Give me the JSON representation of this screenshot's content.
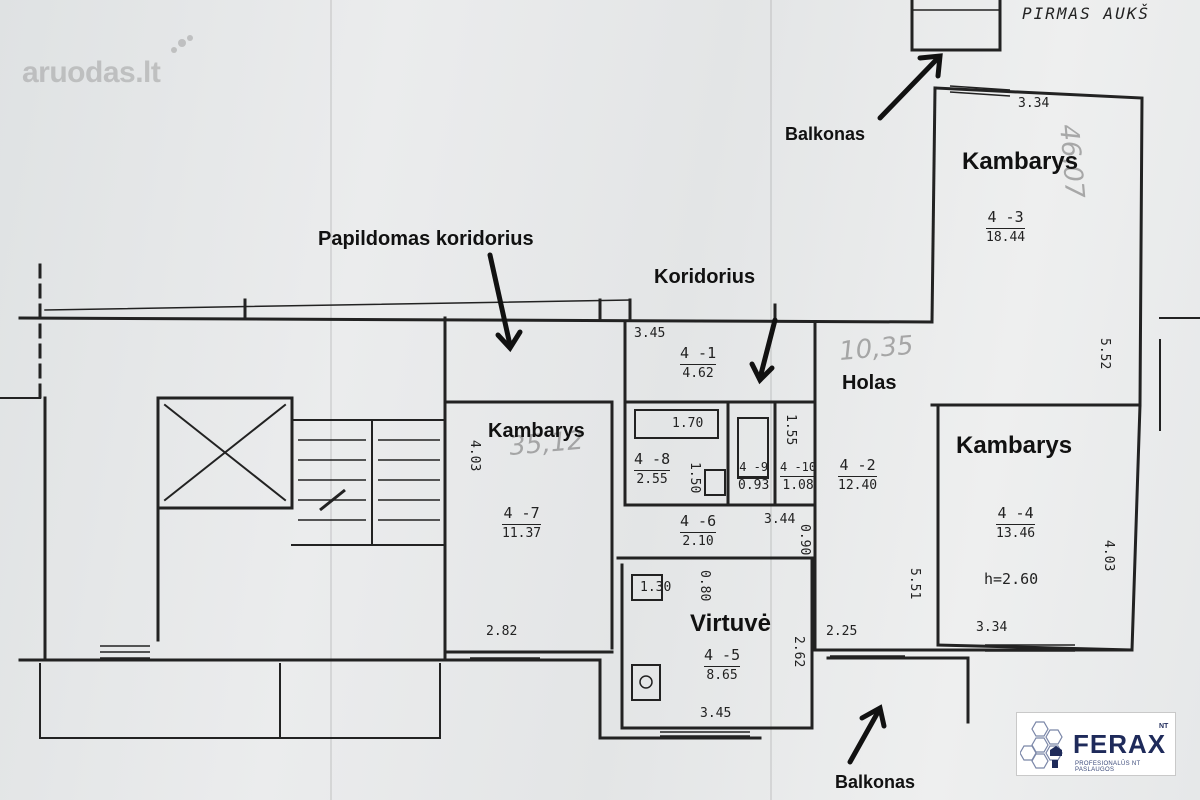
{
  "watermark": "aruodas.lt",
  "header_note": "PIRMAS AUKŠ",
  "labels": {
    "papildomas_koridorius": "Papildomas koridorius",
    "koridorius": "Koridorius",
    "balkonas_top": "Balkonas",
    "balkonas_bottom": "Balkonas",
    "kambarys_left": "Kambarys",
    "kambarys_top_right": "Kambarys",
    "kambarys_right": "Kambarys",
    "holas": "Holas",
    "virtuve": "Virtuvė"
  },
  "rooms": {
    "r1": {
      "code": "4 -1",
      "area": "4.62"
    },
    "r2": {
      "code": "4 -2",
      "area": "12.40"
    },
    "r3": {
      "code": "4 -3",
      "area": "18.44"
    },
    "r4": {
      "code": "4 -4",
      "area": "13.46"
    },
    "r5": {
      "code": "4 -5",
      "area": "8.65"
    },
    "r6": {
      "code": "4 -6",
      "area": "2.10"
    },
    "r7": {
      "code": "4 -7",
      "area": "11.37"
    },
    "r8": {
      "code": "4 -8",
      "area": "2.55"
    },
    "r9": {
      "code": "4 -9",
      "area": "0.93"
    },
    "r10": {
      "code": "4 -10",
      "area": "1.08"
    }
  },
  "dims": {
    "d345_top": "3.45",
    "d334_top": "3.34",
    "d552": "5.52",
    "d403_left": "4.03",
    "d403_right": "4.03",
    "d282": "2.82",
    "d345_bottom": "3.45",
    "d262": "2.62",
    "d225": "2.25",
    "d551": "5.51",
    "d334_bottom": "3.34",
    "d170": "1.70",
    "d150": "1.50",
    "d155": "1.55",
    "d130": "1.30",
    "d090": "0.90",
    "d080": "0.80",
    "d344": "3.44",
    "height": "h=2.60"
  },
  "handwritten": {
    "top_right": "46,07",
    "holas": "10,35",
    "left": "35,12"
  },
  "logo": {
    "name": "FERAX",
    "badge": "NT",
    "tagline": "PROFESIONALŪS NT PASLAUGOS"
  },
  "colors": {
    "ink": "#222222",
    "paper": "#e6e8e9",
    "logo_navy": "#1e2a5a"
  }
}
